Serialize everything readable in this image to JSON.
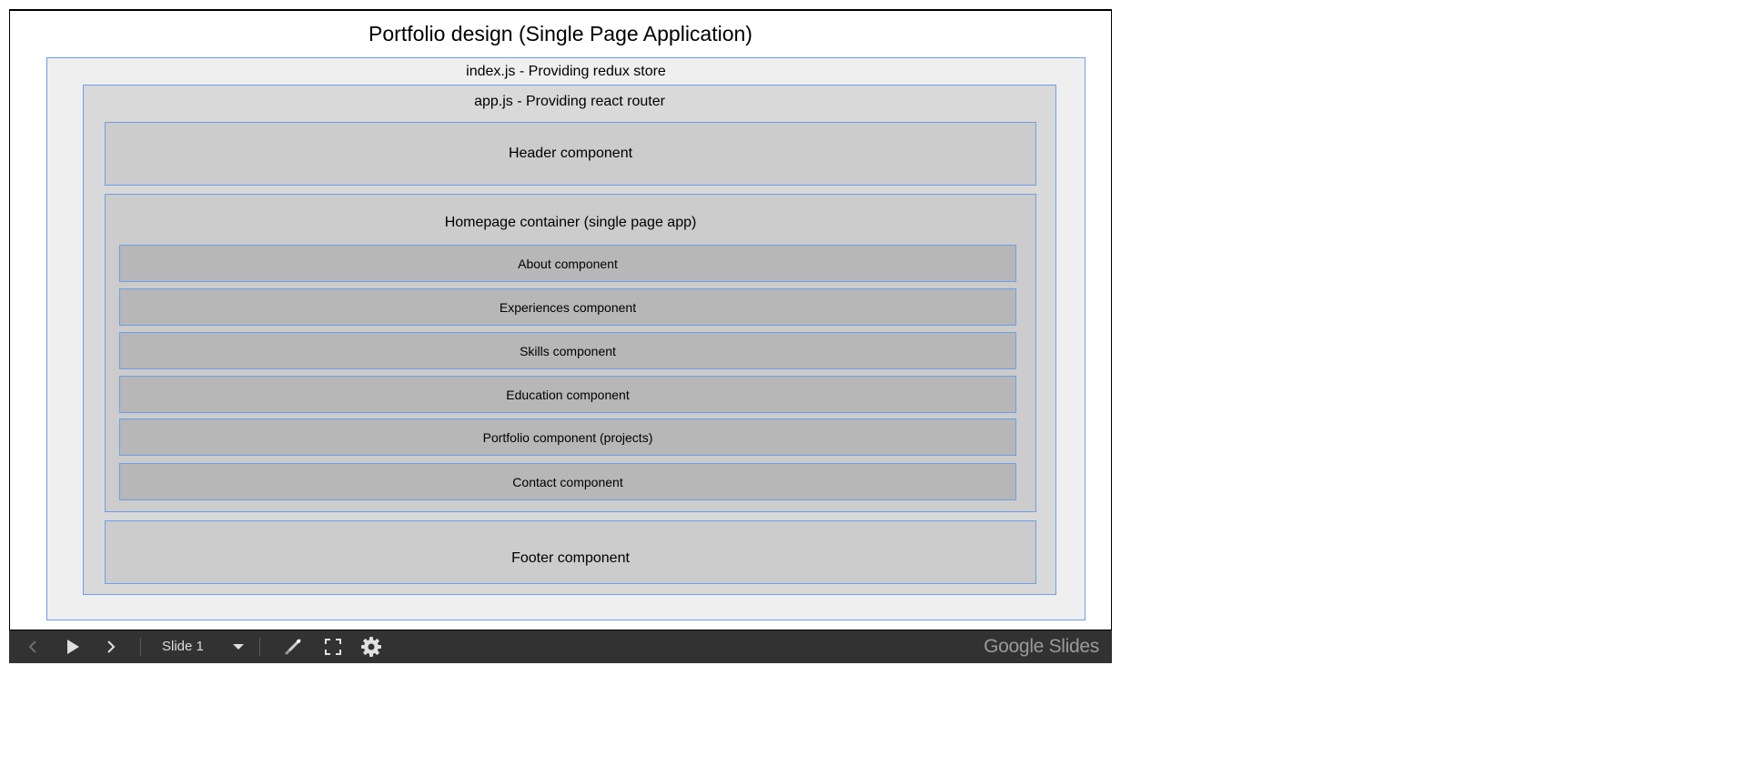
{
  "slide": {
    "title": "Portfolio design (Single Page Application)",
    "index_box": {
      "label": "index.js - Providing redux store"
    },
    "app_box": {
      "label": "app.js - Providing react router"
    },
    "header_box": {
      "label": "Header component"
    },
    "homepage_box": {
      "label": "Homepage container (single page app)",
      "components": [
        {
          "label": "About component"
        },
        {
          "label": "Experiences component"
        },
        {
          "label": "Skills component"
        },
        {
          "label": "Education component"
        },
        {
          "label": "Portfolio component (projects)"
        },
        {
          "label": "Contact component"
        }
      ]
    },
    "footer_box": {
      "label": "Footer component"
    }
  },
  "controls": {
    "slide_indicator": "Slide 1",
    "icons": [
      "chevron-left-icon",
      "play-icon",
      "chevron-right-icon",
      "caret-down-icon",
      "laser-pointer-icon",
      "fullscreen-icon",
      "gear-icon"
    ],
    "brand": "Google Slides"
  },
  "colors": {
    "box_border": "#6d9eeb",
    "index_fill": "#efeff0",
    "app_fill": "#d9d9d9",
    "section_fill": "#cccccc",
    "component_fill": "#b7b7b7",
    "control_bar": "#323232"
  }
}
